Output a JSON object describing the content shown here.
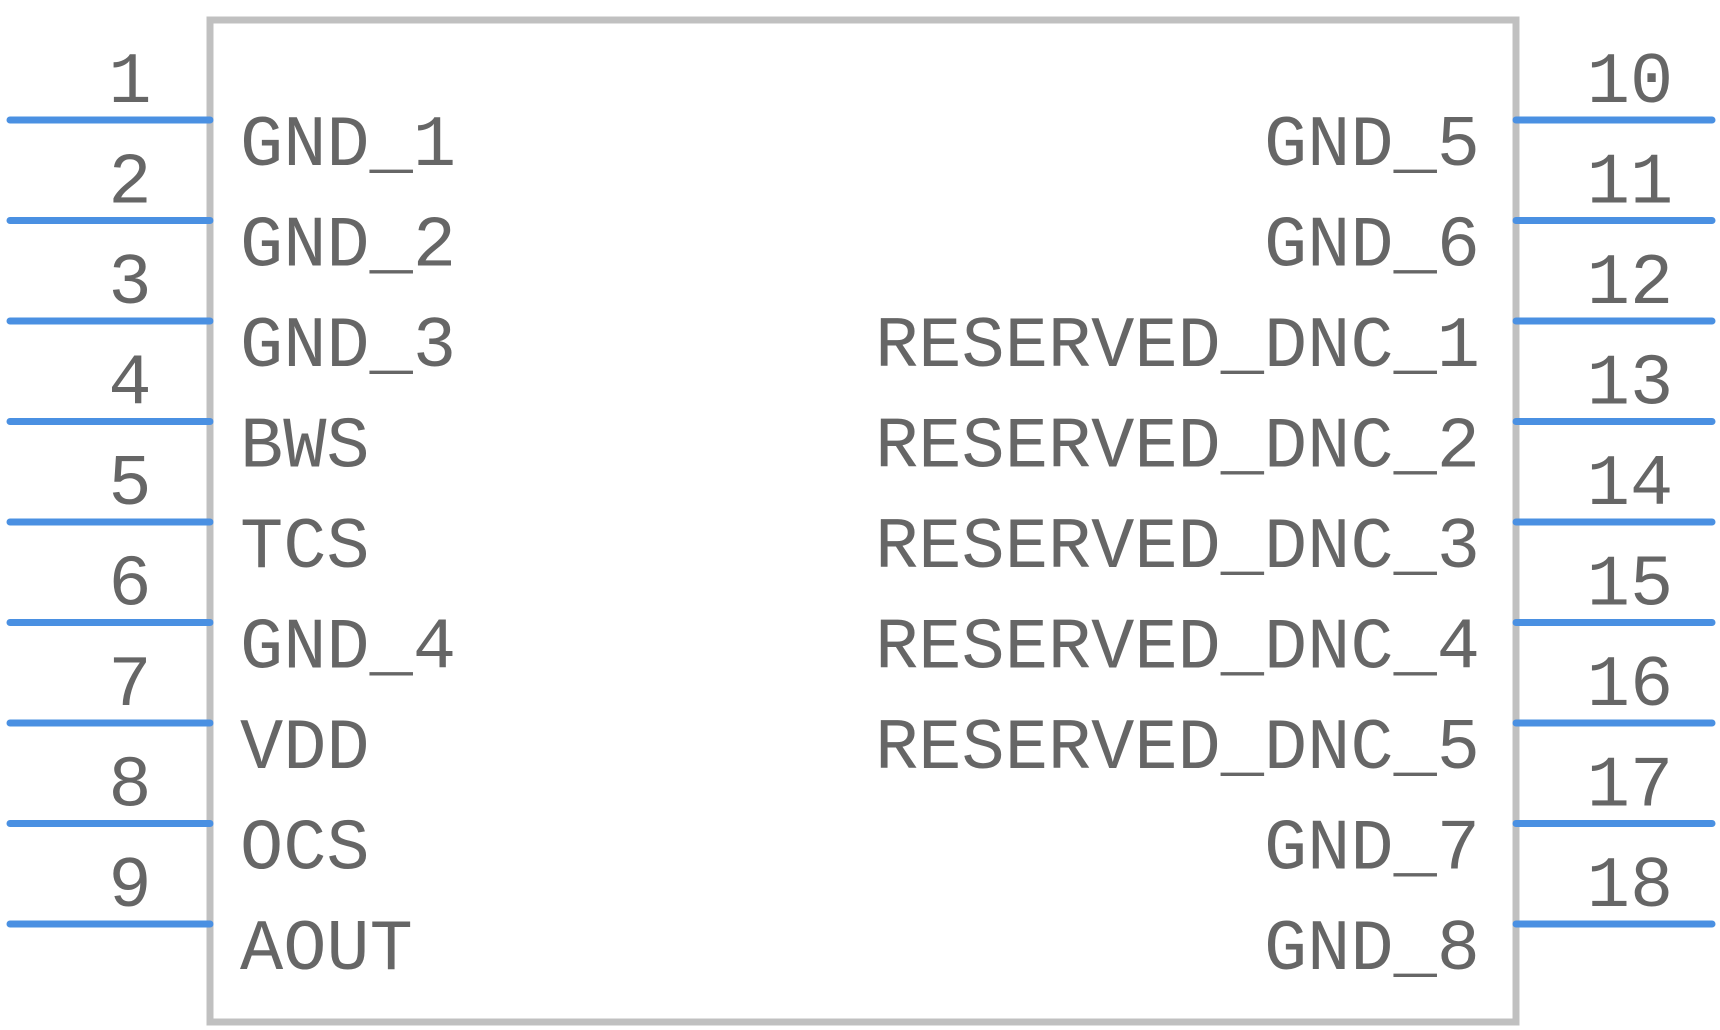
{
  "colors": {
    "body_outline": "#c0c0c0",
    "pin_line": "#4a90e2",
    "text": "#666666",
    "background": "#ffffff"
  },
  "left_pins": [
    {
      "number": "1",
      "label": "GND_1"
    },
    {
      "number": "2",
      "label": "GND_2"
    },
    {
      "number": "3",
      "label": "GND_3"
    },
    {
      "number": "4",
      "label": "BWS"
    },
    {
      "number": "5",
      "label": "TCS"
    },
    {
      "number": "6",
      "label": "GND_4"
    },
    {
      "number": "7",
      "label": "VDD"
    },
    {
      "number": "8",
      "label": "OCS"
    },
    {
      "number": "9",
      "label": "AOUT"
    }
  ],
  "right_pins": [
    {
      "number": "10",
      "label": "GND_5"
    },
    {
      "number": "11",
      "label": "GND_6"
    },
    {
      "number": "12",
      "label": "RESERVED_DNC_1"
    },
    {
      "number": "13",
      "label": "RESERVED_DNC_2"
    },
    {
      "number": "14",
      "label": "RESERVED_DNC_3"
    },
    {
      "number": "15",
      "label": "RESERVED_DNC_4"
    },
    {
      "number": "16",
      "label": "RESERVED_DNC_5"
    },
    {
      "number": "17",
      "label": "GND_7"
    },
    {
      "number": "18",
      "label": "GND_8"
    }
  ]
}
